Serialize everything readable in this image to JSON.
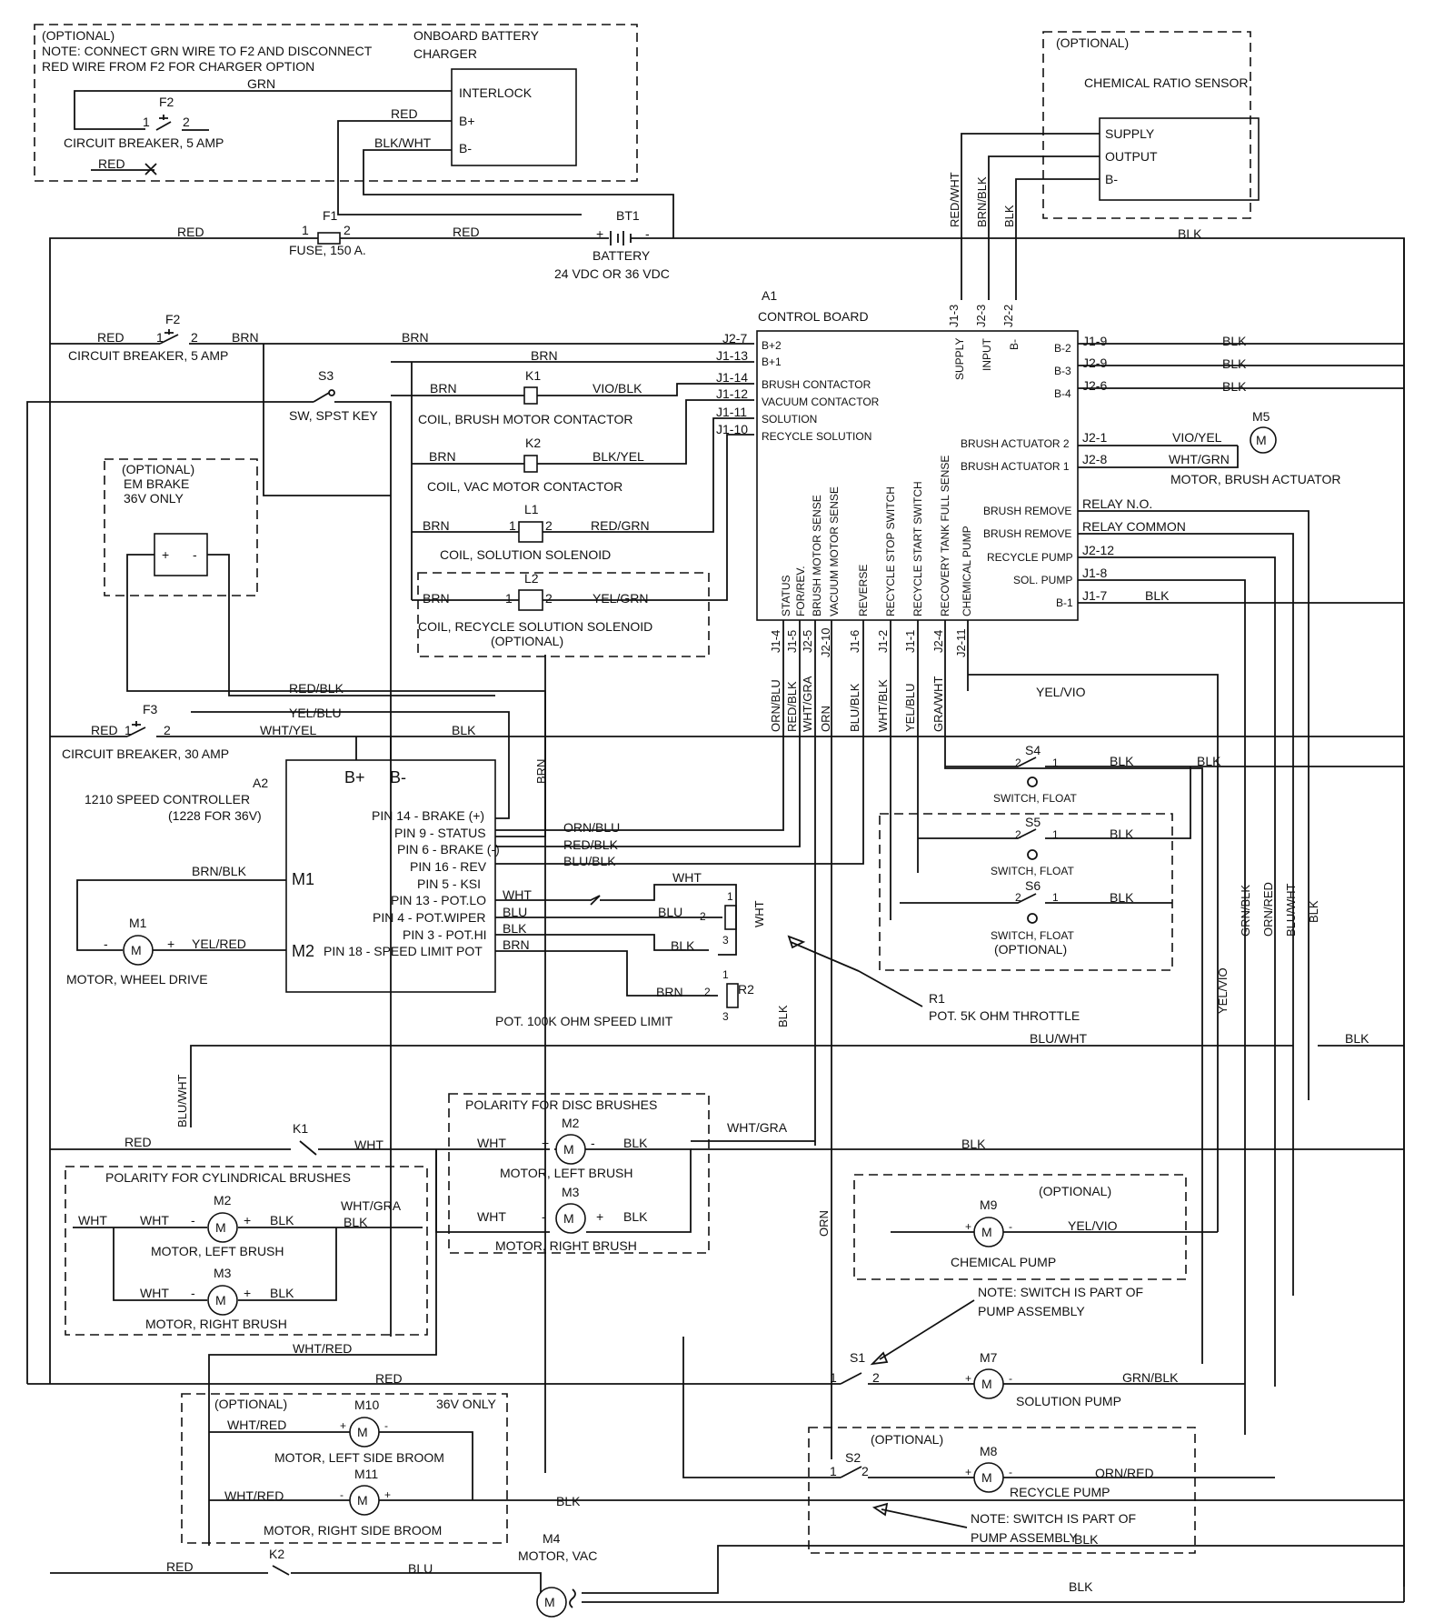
{
  "charger_box": {
    "optional": "(OPTIONAL)",
    "note1": "NOTE: CONNECT GRN WIRE TO F2 AND DISCONNECT",
    "note2": "RED WIRE FROM F2 FOR CHARGER OPTION",
    "title1": "ONBOARD BATTERY",
    "title2": "CHARGER",
    "pins": [
      "INTERLOCK",
      "B+",
      "B-"
    ],
    "wires": {
      "grn": "GRN",
      "red": "RED",
      "blkwht": "BLK/WHT",
      "red2": "RED"
    },
    "f2": "F2",
    "f2_p1": "1",
    "f2_p2": "2",
    "cb": "CIRCUIT BREAKER, 5 AMP"
  },
  "chem_sensor": {
    "optional": "(OPTIONAL)",
    "title": "CHEMICAL RATIO SENSOR",
    "pins": [
      "SUPPLY",
      "OUTPUT",
      "B-"
    ],
    "wires": [
      "RED/WHT",
      "BRN/BLK",
      "BLK"
    ],
    "jpins": [
      "J1-3",
      "J2-3",
      "J2-2"
    ]
  },
  "battery": {
    "f1": "F1",
    "p1": "1",
    "p2": "2",
    "fuse": "FUSE, 150 A.",
    "bt1": "BT1",
    "plus": "+",
    "minus": "-",
    "label": "BATTERY",
    "volt": "24 VDC OR 36 VDC",
    "red_left": "RED",
    "red_right": "RED",
    "blk": "BLK"
  },
  "f2_main": {
    "f2": "F2",
    "p1": "1",
    "p2": "2",
    "red": "RED",
    "brn": "BRN",
    "brn2": "BRN",
    "label": "CIRCUIT BREAKER, 5 AMP"
  },
  "s3": {
    "ref": "S3",
    "label": "SW, SPST KEY"
  },
  "coils": [
    {
      "ref": "K1",
      "left": "BRN",
      "right": "VIO/BLK",
      "label": "COIL, BRUSH MOTOR CONTACTOR"
    },
    {
      "ref": "K2",
      "left": "BRN",
      "right": "BLK/YEL",
      "label": "COIL, VAC MOTOR CONTACTOR"
    },
    {
      "ref": "L1",
      "left": "BRN",
      "right": "RED/GRN",
      "label": "COIL, SOLUTION SOLENOID",
      "p1": "1",
      "p2": "2"
    },
    {
      "ref": "L2",
      "left": "BRN",
      "right": "YEL/GRN",
      "label": "COIL, RECYCLE SOLUTION SOLENOID",
      "sub": "(OPTIONAL)",
      "p1": "1",
      "p2": "2"
    }
  ],
  "brn_top": "BRN",
  "em_brake": {
    "optional": "(OPTIONAL)",
    "l1": "EM BRAKE",
    "l2": "36V ONLY",
    "plus": "+",
    "minus": "-"
  },
  "control_board": {
    "ref": "A1",
    "title": "CONTROL BOARD",
    "left_pins": [
      {
        "j": "J2-7",
        "name": "B+2"
      },
      {
        "j": "J1-13",
        "name": "B+1"
      },
      {
        "j": "J1-14",
        "name": "BRUSH CONTACTOR"
      },
      {
        "j": "J1-12",
        "name": "VACUUM CONTACTOR"
      },
      {
        "j": "J1-11",
        "name": "SOLUTION"
      },
      {
        "j": "J1-10",
        "name": "RECYCLE SOLUTION"
      }
    ],
    "top_pins": [
      "SUPPLY",
      "INPUT",
      "B-"
    ],
    "right_pins": [
      {
        "name": "B-2",
        "j": "J1-9",
        "wire": "BLK"
      },
      {
        "name": "B-3",
        "j": "J2-9",
        "wire": "BLK"
      },
      {
        "name": "B-4",
        "j": "J2-6",
        "wire": "BLK"
      },
      {
        "name": "BRUSH ACTUATOR 2",
        "j": "J2-1",
        "wire": "VIO/YEL"
      },
      {
        "name": "BRUSH ACTUATOR 1",
        "j": "J2-8",
        "wire": "WHT/GRN"
      },
      {
        "name": "BRUSH REMOVE",
        "j": "RELAY N.O.",
        "wire": ""
      },
      {
        "name": "BRUSH REMOVE",
        "j": "RELAY COMMON",
        "wire": ""
      },
      {
        "name": "RECYCLE PUMP",
        "j": "J2-12",
        "wire": ""
      },
      {
        "name": "SOL. PUMP",
        "j": "J1-8",
        "wire": ""
      },
      {
        "name": "B-1",
        "j": "J1-7",
        "wire": "BLK"
      }
    ],
    "bottom_pins": [
      {
        "name": "STATUS",
        "j": "J1-4",
        "wire": "ORN/BLU"
      },
      {
        "name": "FOR/REV.",
        "j": "J1-5",
        "wire": "RED/BLK"
      },
      {
        "name": "BRUSH MOTOR SENSE",
        "j": "J2-5",
        "wire": "WHT/GRA"
      },
      {
        "name": "VACUUM MOTOR SENSE",
        "j": "J2-10",
        "wire": "ORN"
      },
      {
        "name": "REVERSE",
        "j": "J1-6",
        "wire": "BLU/BLK"
      },
      {
        "name": "RECYCLE STOP SWITCH",
        "j": "J1-2",
        "wire": "WHT/BLK"
      },
      {
        "name": "RECYCLE START SWITCH",
        "j": "J1-1",
        "wire": "YEL/BLU"
      },
      {
        "name": "RECOVERY TANK FULL SENSE",
        "j": "J2-4",
        "wire": "GRA/WHT"
      },
      {
        "name": "CHEMICAL PUMP",
        "j": "J2-11",
        "wire": ""
      }
    ]
  },
  "m5": {
    "ref": "M5",
    "label": "MOTOR, BRUSH ACTUATOR",
    "m": "M"
  },
  "f3": {
    "ref": "F3",
    "p1": "1",
    "p2": "2",
    "red": "RED",
    "label": "CIRCUIT BREAKER, 30 AMP"
  },
  "harness_wires": {
    "redblk": "RED/BLK",
    "yelblu": "YEL/BLU",
    "whtyel": "WHT/YEL",
    "blk": "BLK",
    "brn": "BRN",
    "yelvio": "YEL/VIO"
  },
  "speed_ctrl": {
    "ref": "A2",
    "l1": "1210 SPEED CONTROLLER",
    "l2": "(1228 FOR 36V)",
    "bplus": "B+",
    "bminus": "B-",
    "m1": "M1",
    "m2": "M2",
    "pins": [
      "PIN 14 - BRAKE (+)",
      "PIN 9 - STATUS",
      "PIN 6 - BRAKE (-)",
      "PIN 16 - REV",
      "PIN 5 - KSI",
      "PIN 13 - POT.LO",
      "PIN 4 - POT.WIPER",
      "PIN 3 - POT.HI",
      "PIN 18 - SPEED LIMIT POT"
    ],
    "pin_wires": [
      "ORN/BLU",
      "RED/BLK",
      "BLU/BLK"
    ],
    "pot_wires": [
      "WHT",
      "BLU",
      "BLK",
      "BRN"
    ]
  },
  "m1": {
    "ref": "M1",
    "label": "MOTOR, WHEEL DRIVE",
    "brnblk": "BRN/BLK",
    "yelred": "YEL/RED",
    "minus": "-",
    "plus": "+",
    "m": "M"
  },
  "r1": {
    "ref": "R1",
    "label": "POT. 5K OHM THROTTLE",
    "wht": "WHT",
    "blu": "BLU",
    "blk": "BLK",
    "wht_v": "WHT",
    "p1": "1",
    "p2": "2",
    "p3": "3"
  },
  "r2": {
    "ref": "R2",
    "label": "POT. 100K OHM SPEED LIMIT",
    "brn": "BRN",
    "blk_v": "BLK",
    "p1": "1",
    "p2": "2",
    "p3": "3"
  },
  "float_switches": [
    {
      "ref": "S4",
      "label": "SWITCH, FLOAT",
      "p1": "2",
      "p2": "1",
      "wire": "BLK",
      "wire2": "BLK"
    },
    {
      "ref": "S5",
      "label": "SWITCH, FLOAT",
      "p1": "2",
      "p2": "1",
      "wire": "BLK"
    },
    {
      "ref": "S6",
      "label": "SWITCH, FLOAT",
      "sub": "(OPTIONAL)",
      "p1": "2",
      "p2": "1",
      "wire": "BLK"
    }
  ],
  "right_vert_wires": [
    "YEL/VIO",
    "GRN/BLK",
    "ORN/RED",
    "BLU/WHT",
    "BLK"
  ],
  "bluwht_h": "BLU/WHT",
  "blk_right": "BLK",
  "bluwht_v": "BLU/WHT",
  "k1": {
    "ref": "K1",
    "red": "RED",
    "wht": "WHT"
  },
  "disc_brushes": {
    "title": "POLARITY FOR DISC BRUSHES",
    "m2": {
      "ref": "M2",
      "label": "MOTOR, LEFT BRUSH",
      "l": "WHT",
      "r": "BLK",
      "lp": "+",
      "rp": "-"
    },
    "m3": {
      "ref": "M3",
      "label": "MOTOR, RIGHT BRUSH",
      "l": "WHT",
      "r": "BLK",
      "lp": "-",
      "rp": "+"
    },
    "whtgra": "WHT/GRA",
    "blk": "BLK"
  },
  "cyl_brushes": {
    "title": "POLARITY FOR CYLINDRICAL BRUSHES",
    "wht_in": "WHT",
    "whtgra": "WHT/GRA",
    "blk": "BLK",
    "m2": {
      "ref": "M2",
      "label": "MOTOR, LEFT BRUSH",
      "l": "WHT",
      "r": "BLK",
      "lp": "-",
      "rp": "+"
    },
    "m3": {
      "ref": "M3",
      "label": "MOTOR, RIGHT BRUSH",
      "l": "WHT",
      "r": "BLK",
      "lp": "-",
      "rp": "+"
    }
  },
  "whtred": "WHT/RED",
  "orn_v": "ORN",
  "m9": {
    "optional": "(OPTIONAL)",
    "ref": "M9",
    "label": "CHEMICAL PUMP",
    "wire": "YEL/VIO",
    "plus": "+",
    "minus": "-"
  },
  "note_s1": {
    "l1": "NOTE: SWITCH IS PART OF",
    "l2": "PUMP ASSEMBLY"
  },
  "s1": {
    "ref": "S1",
    "p1": "1",
    "p2": "2",
    "red": "RED"
  },
  "m7": {
    "ref": "M7",
    "label": "SOLUTION PUMP",
    "wire": "GRN/BLK",
    "plus": "+",
    "minus": "-"
  },
  "m8": {
    "optional": "(OPTIONAL)",
    "ref": "M8",
    "label": "RECYCLE PUMP",
    "wire": "ORN/RED",
    "s2": "S2",
    "p1": "1",
    "p2": "2",
    "plus": "+",
    "minus": "-"
  },
  "note_s2": {
    "l1": "NOTE: SWITCH IS PART OF",
    "l2": "PUMP ASSEMBLY"
  },
  "side_brooms": {
    "optional": "(OPTIONAL)",
    "volt": "36V ONLY",
    "m10": {
      "ref": "M10",
      "label": "MOTOR, LEFT SIDE BROOM",
      "wire": "WHT/RED",
      "lp": "+",
      "rp": "-"
    },
    "m11": {
      "ref": "M11",
      "label": "MOTOR, RIGHT SIDE BROOM",
      "wire": "WHT/RED",
      "lp": "-",
      "rp": "+"
    },
    "blk": "BLK"
  },
  "m4": {
    "ref": "M4",
    "label": "MOTOR, VAC",
    "m": "M"
  },
  "k2": {
    "ref": "K2",
    "red": "RED",
    "blu": "BLU"
  },
  "bottom_blk": [
    "BLK",
    "BLK"
  ],
  "motor_glyph": "M"
}
